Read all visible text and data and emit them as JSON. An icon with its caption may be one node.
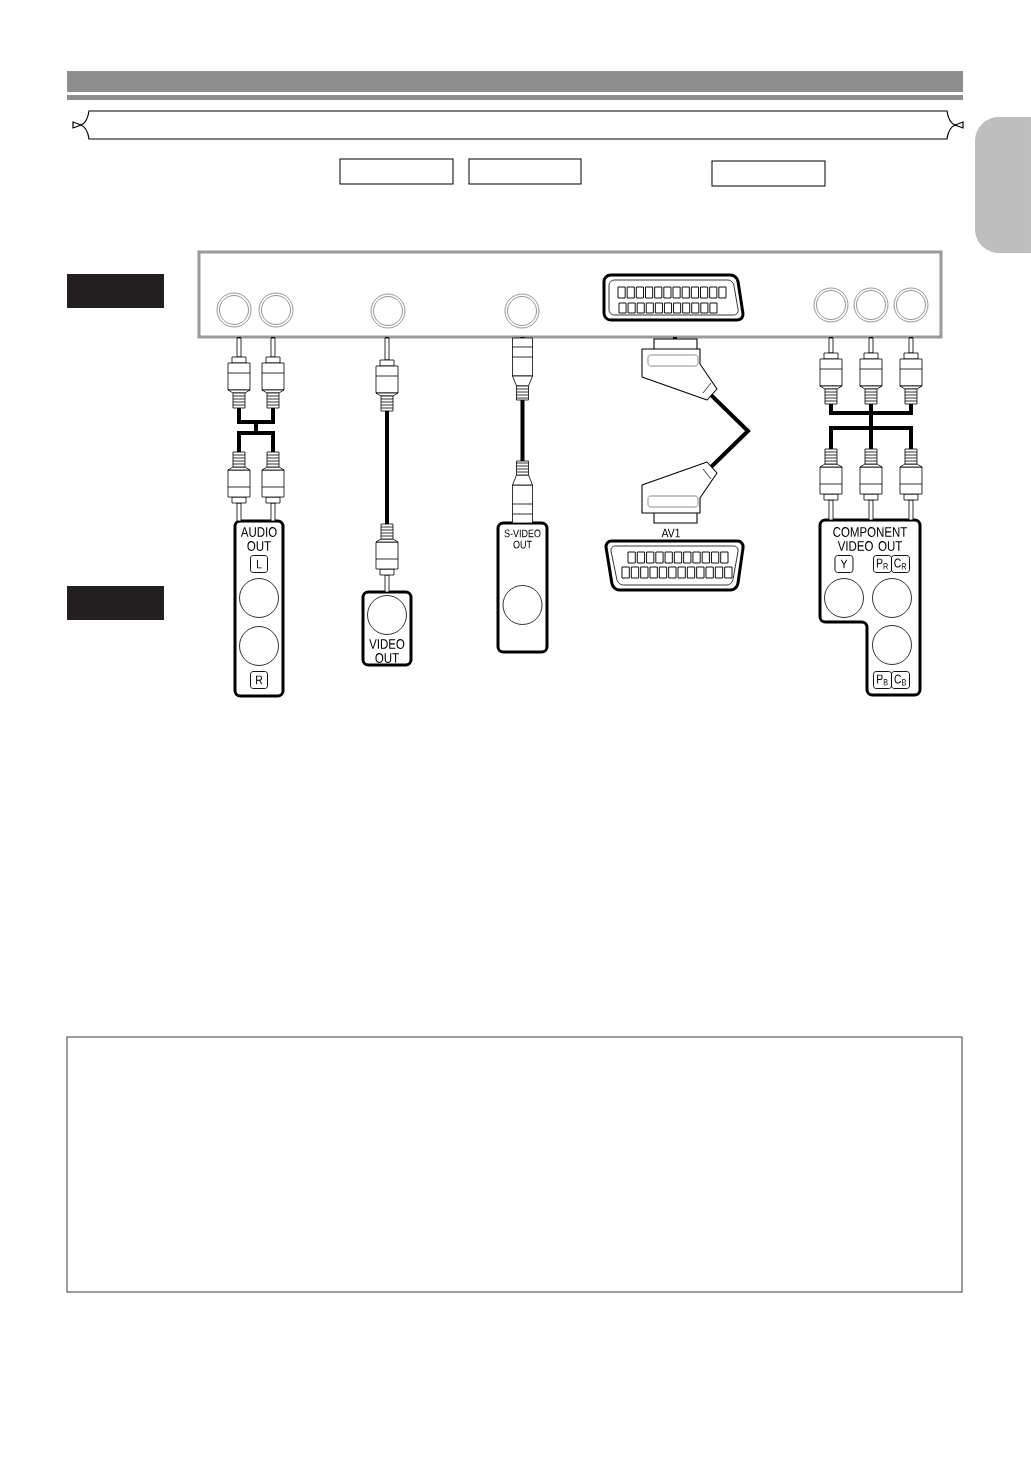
{
  "diagram": {
    "nodes": [
      {
        "text": [],
        "shape": "box"
      },
      {
        "text": [],
        "shape": "box"
      },
      {
        "text": [],
        "shape": "box"
      },
      {
        "text": [],
        "shape": "box"
      },
      {
        "text": [
          "AUDIO OUT",
          "L",
          "R"
        ]
      },
      {
        "text": [
          "VIDEO OUT"
        ]
      },
      {
        "text": [
          "S-VIDEO OUT"
        ]
      },
      {
        "text": [
          "AV1"
        ]
      },
      {
        "text": [
          "COMPONENT VIDEO OUT",
          "Y",
          "P$_{R}$",
          "C$_{R}$",
          "P$_{B}$",
          "C$_{B}$"
        ]
      },
      {
        "text": [],
        "shape": "box"
      }
    ],
    "edges": [
      {
        "from": 2,
        "to": 4,
        "arrow": "other"
      },
      {
        "from": 2,
        "to": 5,
        "arrow": "other"
      },
      {
        "from": 2,
        "to": 6,
        "arrow": "other"
      },
      {
        "from": 2,
        "to": 7,
        "arrow": "other"
      },
      {
        "from": 2,
        "to": 8,
        "arrow": "other"
      }
    ]
  }
}
